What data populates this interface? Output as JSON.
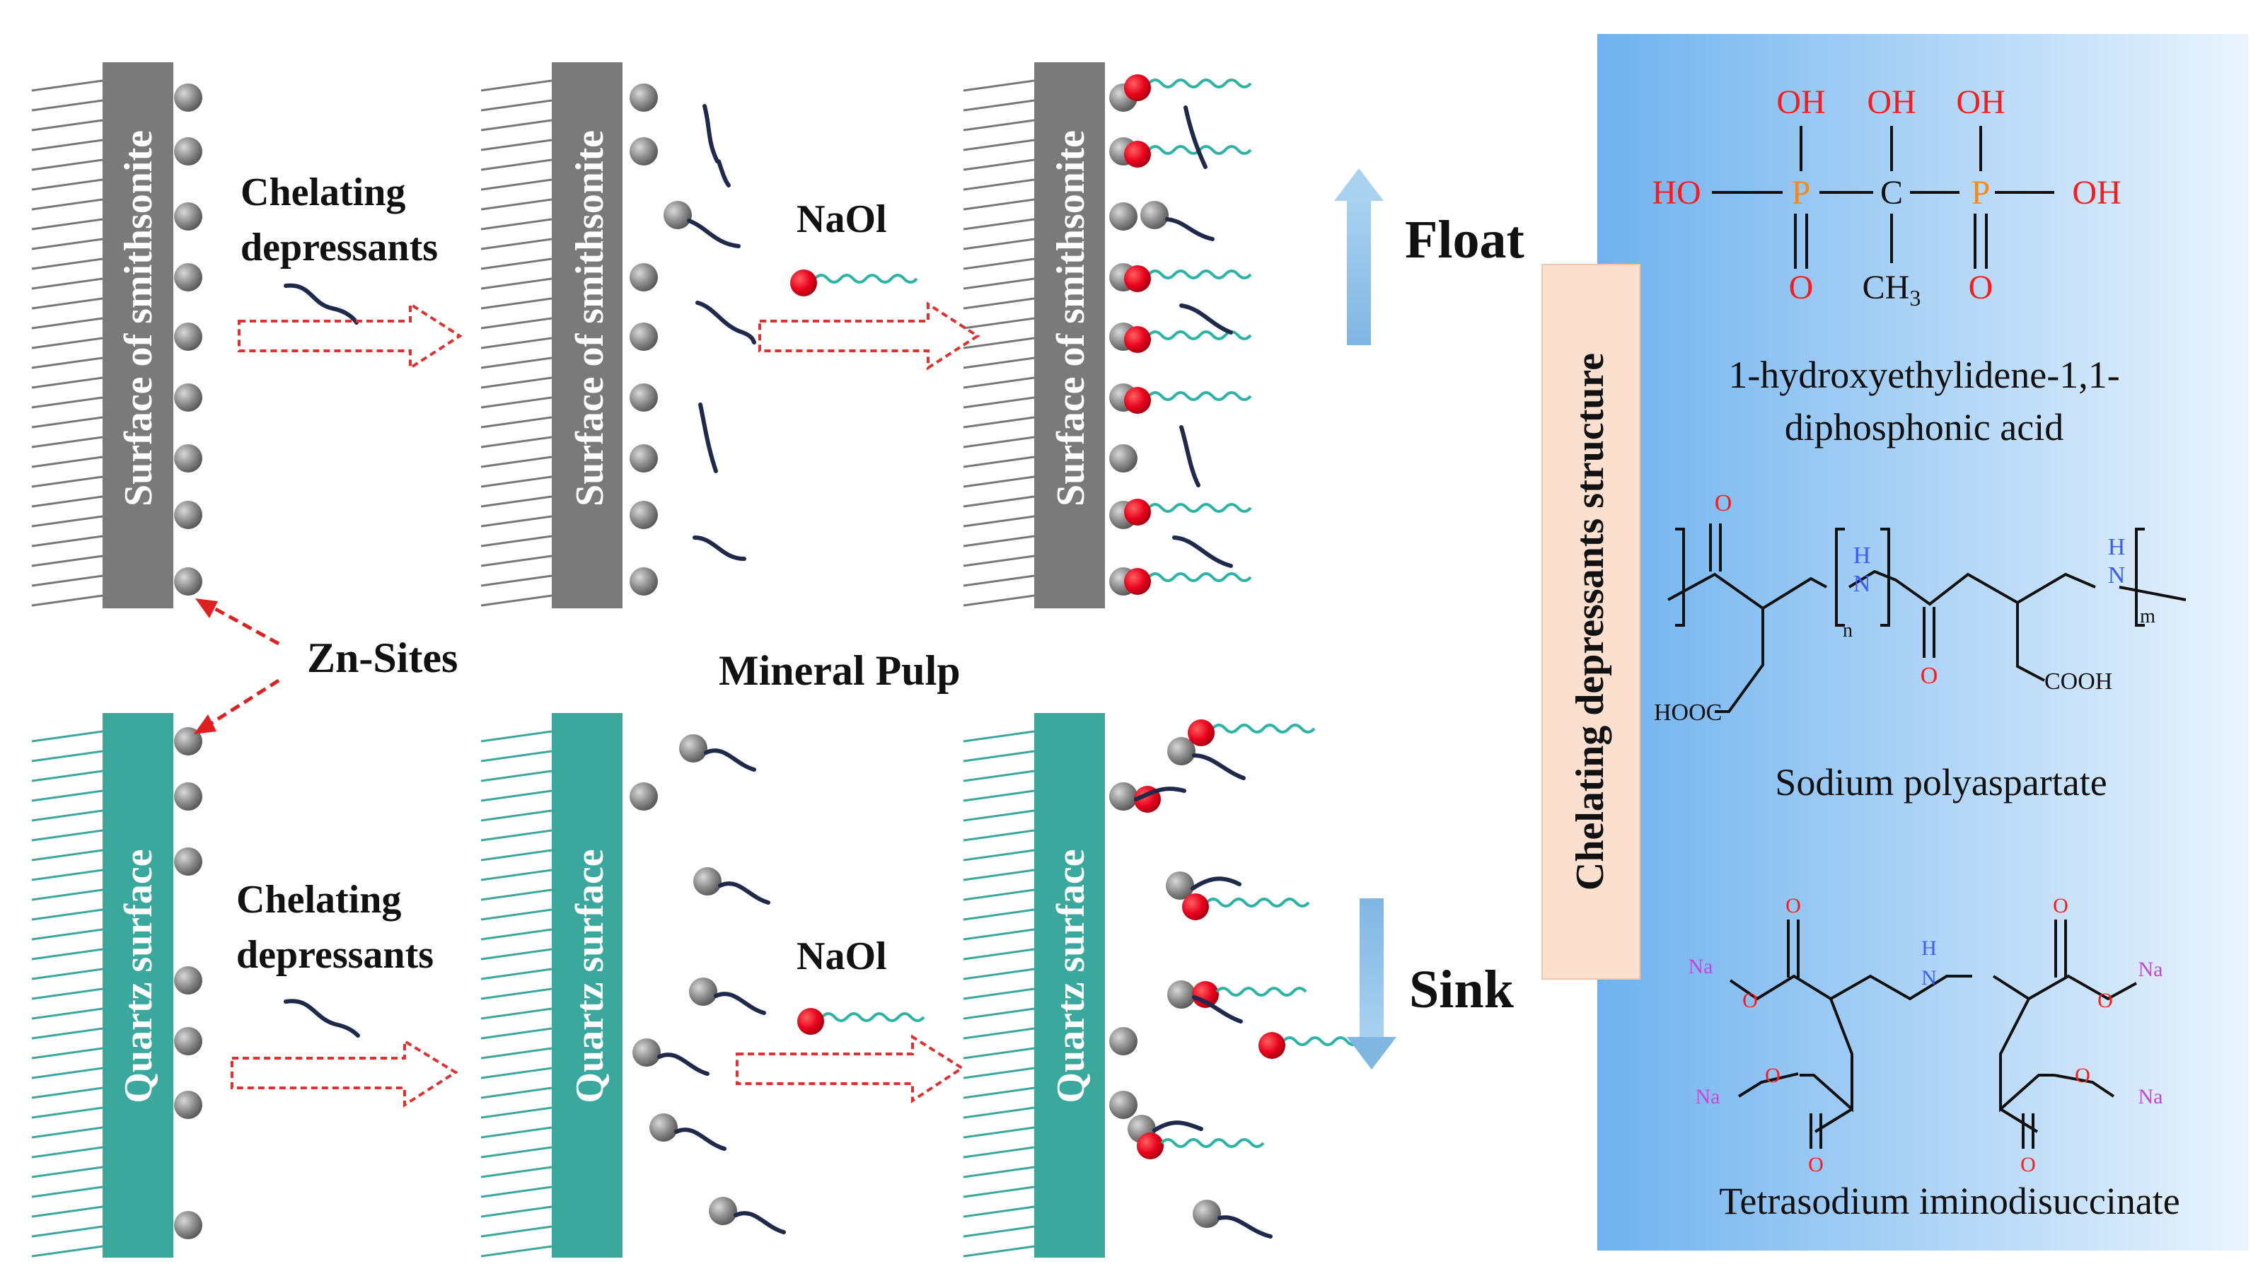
{
  "labels": {
    "smithsonite_surface": "Surface of smithsonite",
    "quartz_surface": "Quartz surface",
    "chelating_depressants": [
      "Chelating",
      "depressants"
    ],
    "collector": "NaOl",
    "float": "Float",
    "sink": "Sink",
    "zn_sites": "Zn-Sites",
    "mineral_pulp": "Mineral Pulp",
    "structure_panel_title": "Chelating depressants structure"
  },
  "molecules": {
    "hedp": {
      "name_lines": [
        "1-hydroxyethylidene-1,1-",
        "diphosphonic acid"
      ],
      "atoms": {
        "oh": "OH",
        "ho": "HO",
        "p": "P",
        "c": "C",
        "o": "O",
        "ch3": "CH",
        "ch3_sub": "3"
      }
    },
    "pasp": {
      "name": "Sodium polyaspartate",
      "atoms": {
        "o": "O",
        "h": "H",
        "n": "N",
        "sub_n": "n",
        "sub_m": "m",
        "hooc": "HOOC",
        "cooh": "COOH"
      }
    },
    "ids": {
      "name": "Tetrasodium iminodisuccinate",
      "atoms": {
        "o": "O",
        "na": "Na",
        "h": "H",
        "n": "N"
      }
    }
  },
  "colors": {
    "smithsonite_plate": "#7a7a7a",
    "quartz_plate": "#3aa89c",
    "zn_site_ball": "#8c8c8c",
    "collector_head": "#e8001c",
    "collector_tail": "#2bb3a6",
    "depressant_chain": "#1f2a4a",
    "process_arrow": "#e03030",
    "float_sink_arrow": "#8fc3e6",
    "structure_panel_gradient": [
      "#6fb2ee",
      "#eaf4fd"
    ],
    "title_box": "#fbe0d0",
    "hydroxyl_red": "#ff1a1a",
    "phosphorus_orange": "#f08a1c",
    "nitrogen_blue": "#3b5bff",
    "sodium_purple": "#c24ad6"
  }
}
